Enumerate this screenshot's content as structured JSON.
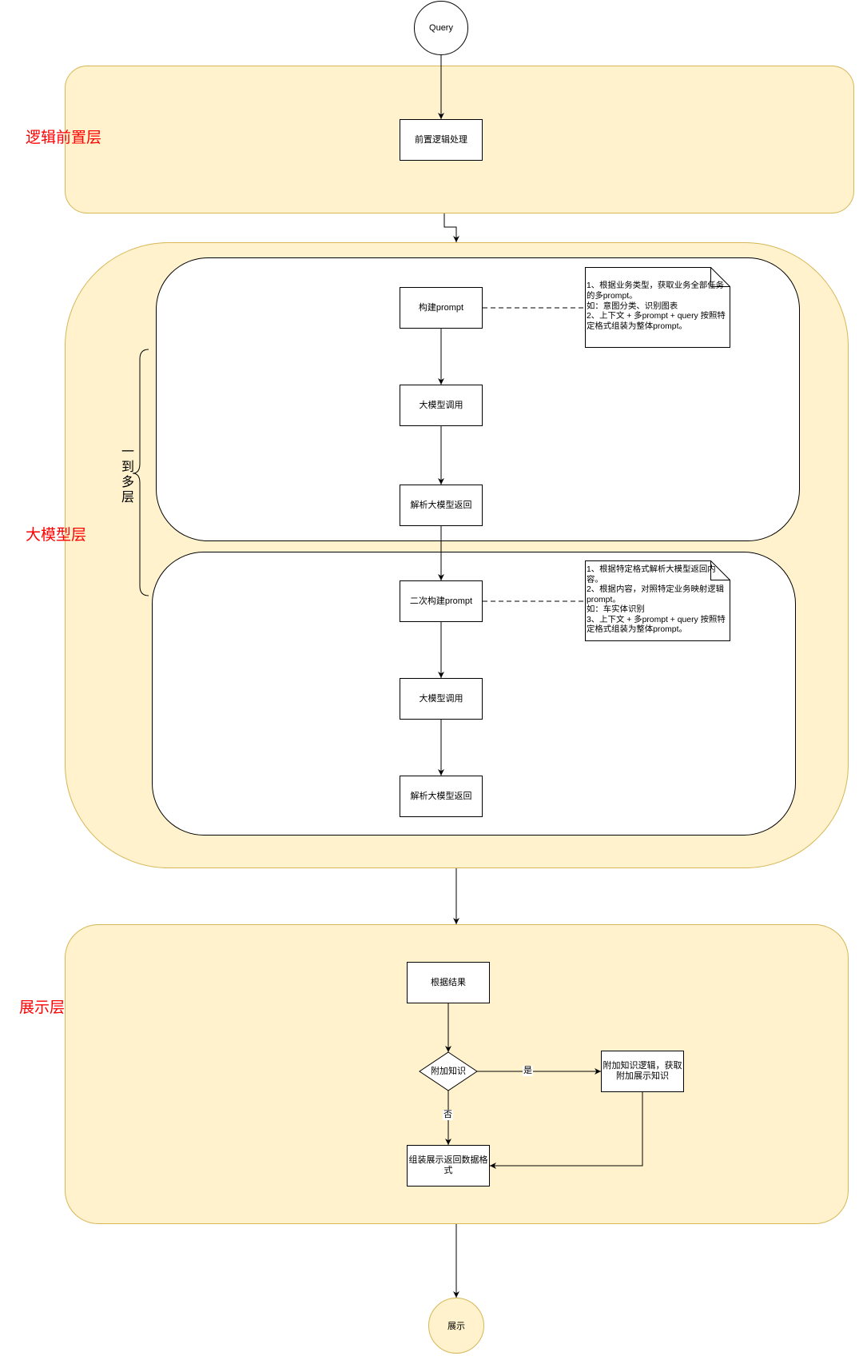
{
  "diagram": {
    "start": {
      "label": "Query"
    },
    "end": {
      "label": "展示"
    },
    "layers": [
      {
        "title": "逻辑前置层",
        "steps": [
          "前置逻辑处理"
        ]
      },
      {
        "title": "大模型层",
        "bracket_label": "一到多层",
        "stages": [
          {
            "steps": [
              "构建prompt",
              "大模型调用",
              "解析大模型返回"
            ],
            "note": [
              "1、根据业务类型，获取业务全部任务",
              "的多prompt。",
              "如：意图分类、识别图表",
              "2、上下文 + 多prompt + query 按照特",
              "定格式组装为整体prompt。"
            ]
          },
          {
            "steps": [
              "二次构建prompt",
              "大模型调用",
              "解析大模型返回"
            ],
            "note": [
              "1、根据特定格式解析大模型返回内",
              "容。",
              "2、根据内容，对照特定业务映射逻辑",
              "prompt。",
              "如：车实体识别",
              "3、上下文 + 多prompt + query 按照特",
              "定格式组装为整体prompt。"
            ]
          }
        ]
      },
      {
        "title": "展示层",
        "steps": {
          "result": "根据结果",
          "decision": "附加知识",
          "yes_action": "附加知识逻辑，获取附加展示知识",
          "assemble": "组装展示返回数据格式"
        },
        "edge_labels": {
          "yes": "是",
          "no": "否"
        }
      }
    ]
  },
  "colors": {
    "layer_fill": "#fff2cc",
    "layer_stroke": "#d6b656",
    "layer_title": "#ff0000",
    "node_stroke": "#000000",
    "node_fill": "#ffffff"
  }
}
